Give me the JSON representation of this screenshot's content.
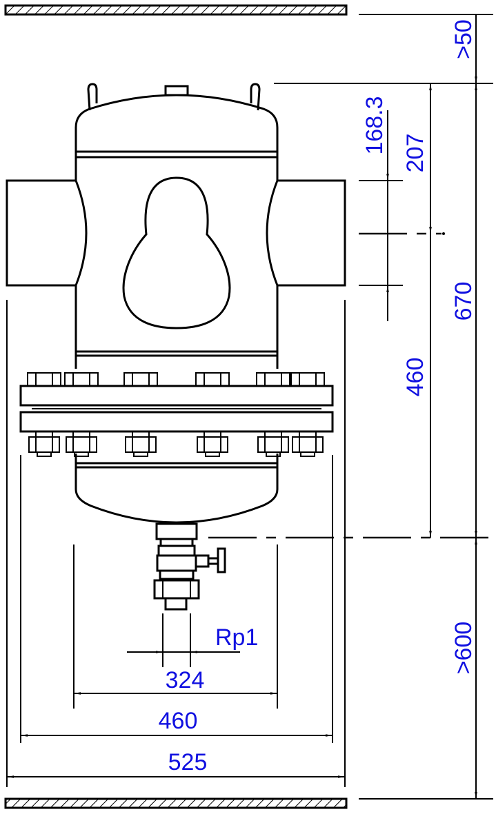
{
  "colors": {
    "line": "#000000",
    "dimension_text": "#1010e0",
    "background": "#ffffff"
  },
  "dimensions": {
    "top_clearance": ">50",
    "nozzle_offset": "168.3",
    "nozzle_height": "207",
    "overall_height": "670",
    "body_height": "460",
    "bottom_clearance": ">600",
    "drain_connection": "Rp1",
    "drain_width": "324",
    "body_width": "460",
    "overall_width": "525"
  }
}
